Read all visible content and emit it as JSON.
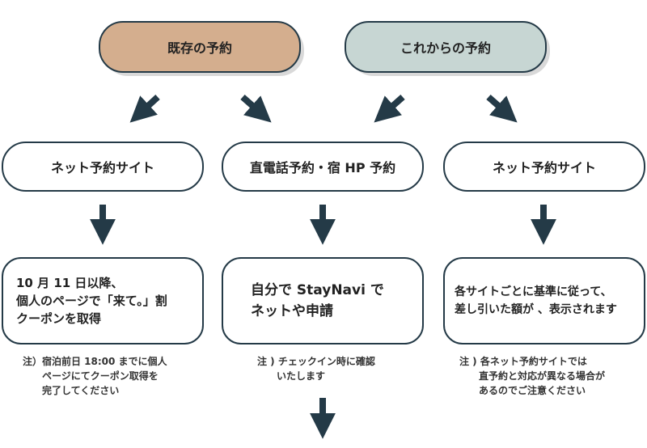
{
  "colors": {
    "existing_fill": "#d4ae8e",
    "future_fill": "#c7d6d3",
    "stroke": "#243a47",
    "arrow": "#243a47"
  },
  "top": {
    "existing": "既存の予約",
    "future": "これからの予約"
  },
  "channels": {
    "left": "ネット予約サイト",
    "center": "直電話予約・宿 HP 予約",
    "right": "ネット予約サイト"
  },
  "results": {
    "left": "10 月 11 日以降、\n個人のページで「来て。」割\nクーポンを取得",
    "center": "自分で StayNavi で\nネットや申請",
    "right": "各サイトごとに基準に従って、\n差し引いた額が 、表示されます"
  },
  "notes": {
    "left": "注）宿泊前日 18:00 までに個人\n　　ページにてクーポン取得を\n　　完了してください",
    "center": "注 ) チェックイン時に確認\n　　いたします",
    "right": "注 ) 各ネット予約サイトでは\n　　直予約と対応が異なる場合が\n　　あるのでご注意ください"
  }
}
